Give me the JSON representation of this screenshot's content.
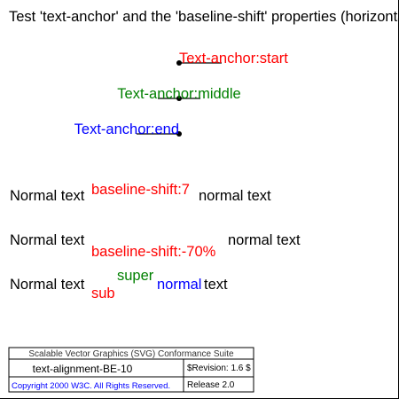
{
  "title": "Test 'text-anchor' and the 'baseline-shift' properties (horizontal",
  "anchor_demo": {
    "start": "Text-anchor:start",
    "middle": "Text-anchor:middle",
    "end": "Text-anchor:end"
  },
  "baseline_rows": {
    "row1": {
      "normal_before": "Normal text",
      "shifted": "baseline-shift:7",
      "normal_after": "normal text"
    },
    "row2": {
      "normal_before": "Normal text",
      "shifted": "baseline-shift:-70%",
      "normal_after": "normal text"
    },
    "row3": {
      "normal_before": "Normal text",
      "sub": "sub",
      "super": "super",
      "normal_blue": "normal",
      "normal_after": "text"
    }
  },
  "footer": {
    "suite": "Scalable Vector Graphics (SVG) Conformance Suite",
    "test_name": "text-alignment-BE-10",
    "revision": "$Revision: 1.6 $",
    "copyright": "Copyright 2000 W3C. All Rights Reserved.",
    "release": "Release 2.0"
  },
  "colors": {
    "red": "#ff0000",
    "green": "#008000",
    "blue": "#0000ff",
    "black": "#000000"
  }
}
